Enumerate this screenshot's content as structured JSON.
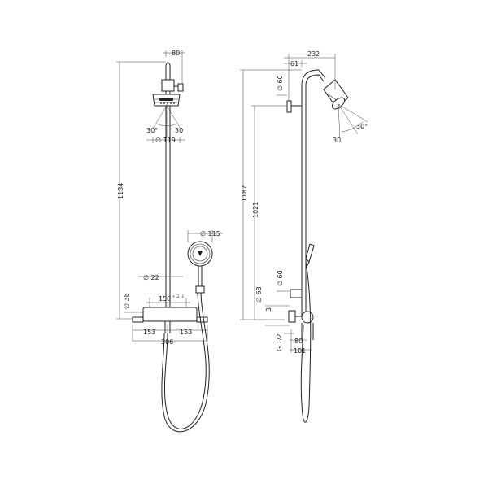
{
  "front_view": {
    "dimensions": {
      "overall_height": "1184",
      "pipe_top_width": "80",
      "angle_left": "30°",
      "angle_right": "30",
      "head_diameter": "∅ 119",
      "handshower_diameter": "∅ 115",
      "rail_diameter": "∅ 22",
      "inlet_diameter": "∅ 38",
      "centres": "150",
      "centres_tolerance": "+12 -3",
      "offset_left": "153",
      "offset_right": "153",
      "thermostat_width": "306"
    }
  },
  "side_view": {
    "dimensions": {
      "projection": "232",
      "arm_offset": "61",
      "knob_diameter": "∅ 60",
      "height_1187": "1187",
      "height_1021": "1021",
      "lower_knob_diameter": "∅ 60",
      "inlet_diameter": "∅ 68",
      "small_gap": "3",
      "thread": "G 1/2",
      "depth_80": "80",
      "depth_101": "101",
      "angle_lower": "30",
      "angle_upper": "30°"
    }
  }
}
